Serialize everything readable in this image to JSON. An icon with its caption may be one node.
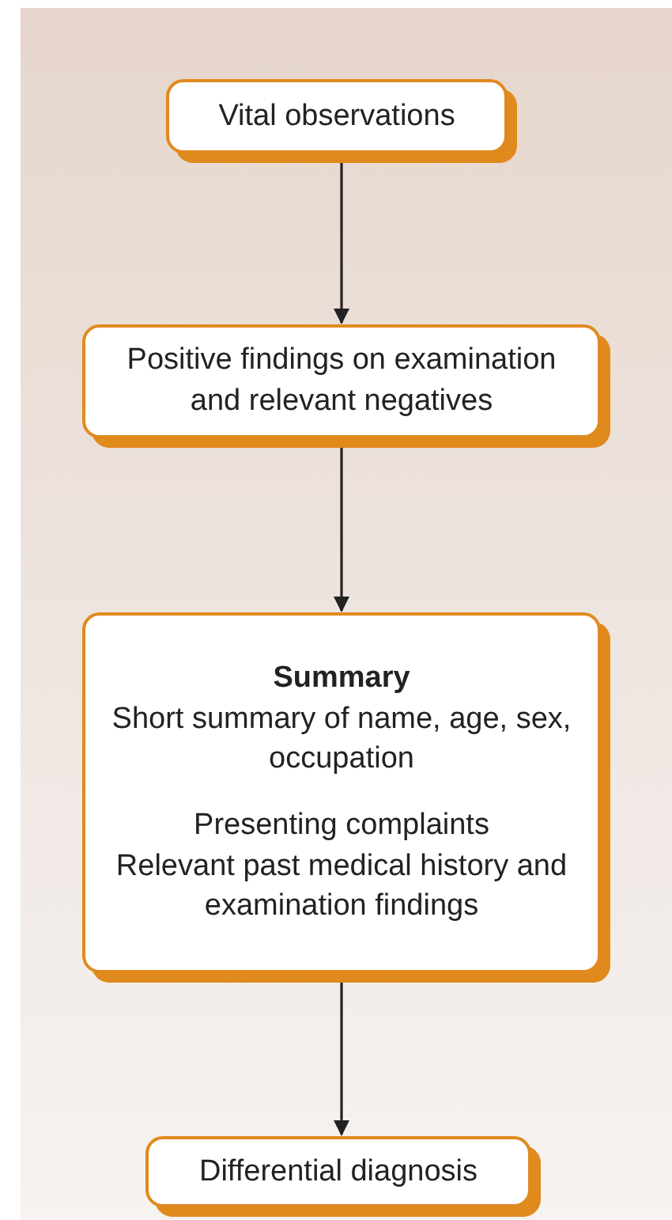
{
  "diagram": {
    "nodes": [
      {
        "text": [
          "Vital observations"
        ]
      },
      {
        "text": [
          "Positive findings on examination and relevant negatives"
        ]
      },
      {
        "text": [
          "Summary",
          "Short summary of name, age, sex, occupation",
          "Presenting complaints",
          "Relevant past medical history and examination findings"
        ]
      },
      {
        "text": [
          "Differential diagnosis"
        ]
      }
    ],
    "edges": [
      {
        "from": 0,
        "to": 1,
        "arrow": "to"
      },
      {
        "from": 1,
        "to": 2,
        "arrow": "to"
      },
      {
        "from": 2,
        "to": 3,
        "arrow": "to"
      }
    ]
  }
}
